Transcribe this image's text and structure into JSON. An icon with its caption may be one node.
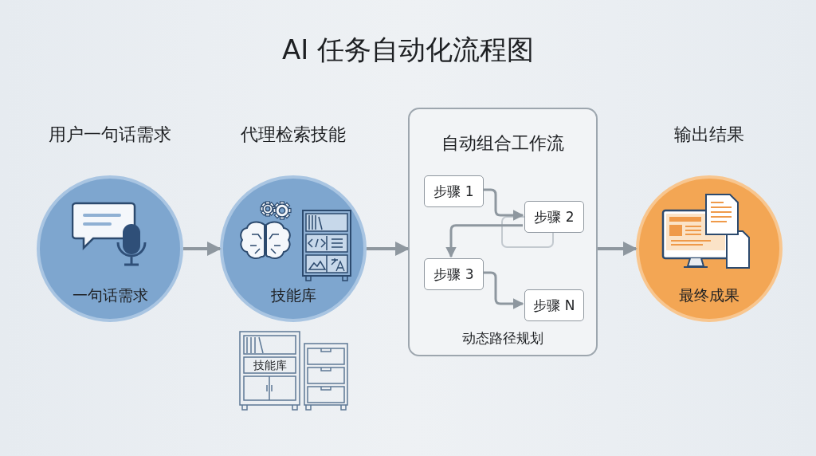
{
  "diagram": {
    "title": "AI 任务自动化流程图",
    "nodes": [
      {
        "text": [
          "用户一句话需求",
          "一句话需求"
        ]
      },
      {
        "text": [
          "代理检索技能",
          "技能库"
        ]
      },
      {
        "text": [
          "自动组合工作流",
          "动态路径规划"
        ]
      },
      {
        "text": [
          "步骤 1"
        ],
        "in": 2
      },
      {
        "text": [
          "步骤 2"
        ],
        "in": 2
      },
      {
        "text": [
          "步骤 3"
        ],
        "in": 2
      },
      {
        "text": [
          "步骤 N"
        ],
        "in": 2
      },
      {
        "text": [
          "输出结果",
          "最终成果"
        ]
      },
      {
        "text": [
          "技能库"
        ]
      }
    ],
    "edges": [
      {
        "from": 0,
        "to": 1,
        "arrow": "to"
      },
      {
        "from": 1,
        "to": 2,
        "arrow": "to"
      },
      {
        "from": 2,
        "to": 7,
        "arrow": "to"
      },
      {
        "from": 3,
        "to": 4,
        "arrow": "to"
      },
      {
        "from": 4,
        "to": 5,
        "arrow": "to"
      },
      {
        "from": 5,
        "to": 6,
        "arrow": "to"
      }
    ]
  }
}
